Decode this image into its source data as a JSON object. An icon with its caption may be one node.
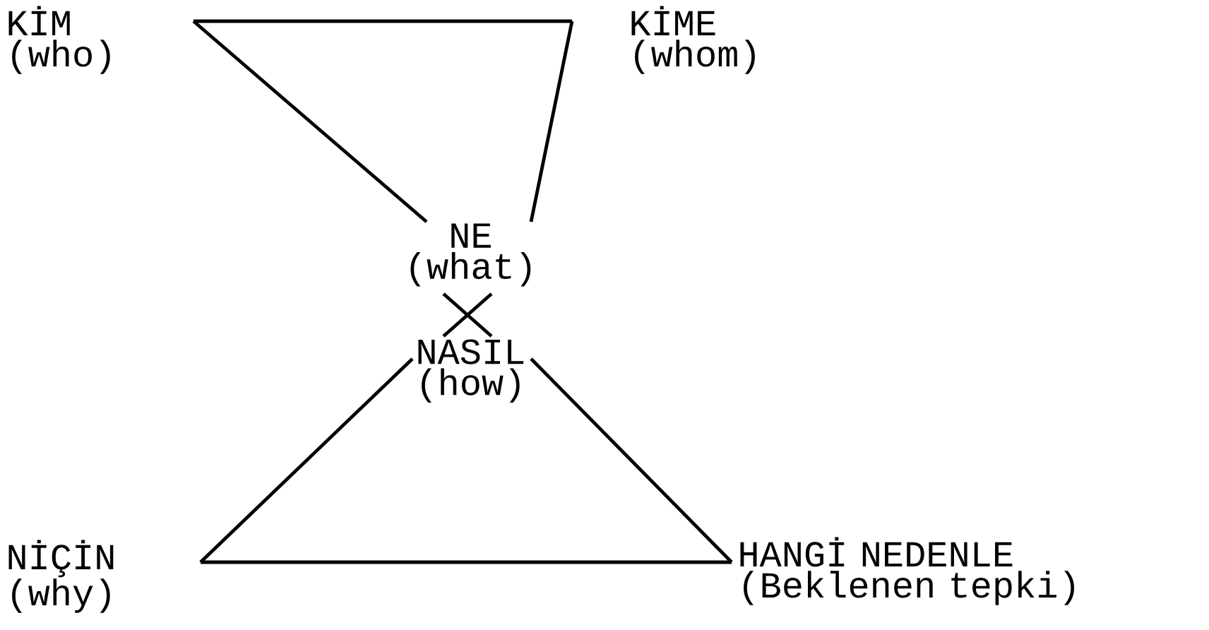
{
  "diagram": {
    "nodes": [
      {
        "text": [
          "KİM",
          "(who)"
        ]
      },
      {
        "text": [
          "KİME",
          "(whom)"
        ]
      },
      {
        "text": [
          "NE",
          "(what)"
        ]
      },
      {
        "text": [
          "NASIL",
          "(how)"
        ]
      },
      {
        "text": [
          "NİÇİN",
          "(why)"
        ]
      },
      {
        "text": [
          "HANGİ NEDENLE",
          "(Beklenen tepki)"
        ]
      }
    ],
    "edges": [
      {
        "from": 0,
        "to": 1,
        "arrow": "none"
      },
      {
        "from": 0,
        "to": 2,
        "arrow": "none"
      },
      {
        "from": 1,
        "to": 2,
        "arrow": "none"
      },
      {
        "from": 2,
        "to": 3,
        "arrow": "none"
      },
      {
        "from": 3,
        "to": 4,
        "arrow": "none"
      },
      {
        "from": 3,
        "to": 5,
        "arrow": "none"
      },
      {
        "from": 4,
        "to": 5,
        "arrow": "none"
      }
    ]
  }
}
